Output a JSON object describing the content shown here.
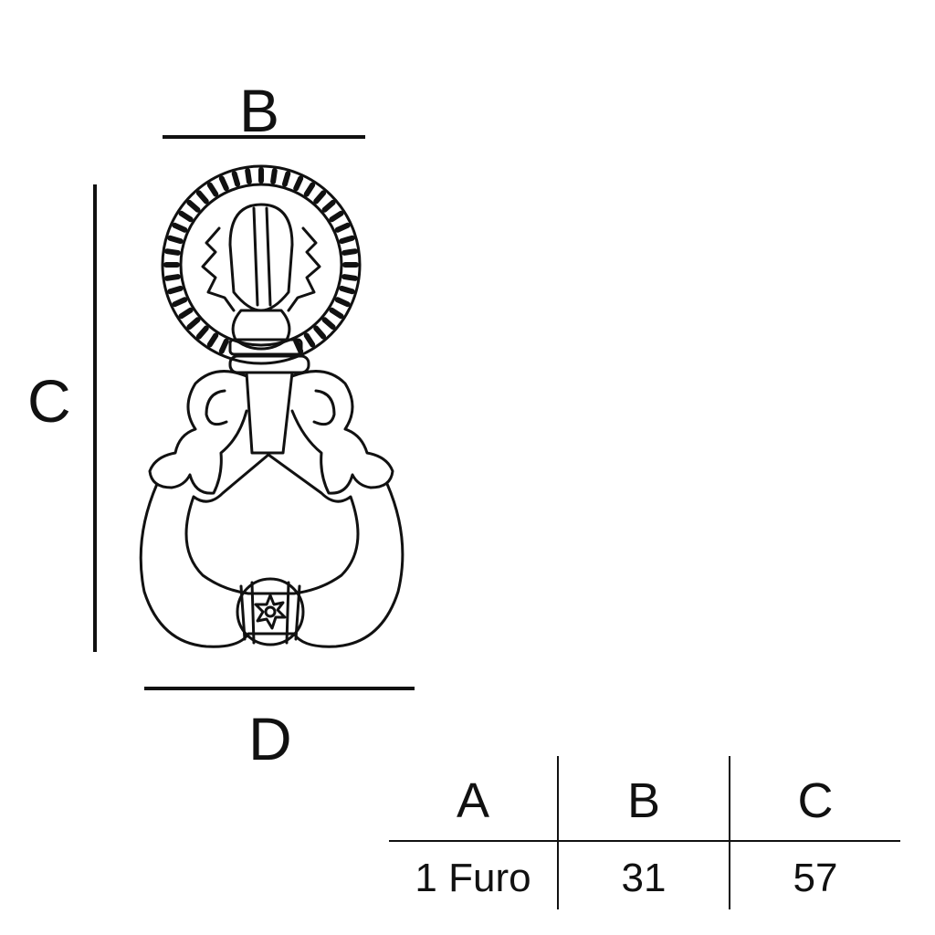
{
  "dimension_labels": {
    "b": "B",
    "c": "C",
    "d": "D"
  },
  "spec_table": {
    "headers": [
      "A",
      "B",
      "C"
    ],
    "row": [
      "1 Furo",
      "31",
      "57"
    ]
  }
}
